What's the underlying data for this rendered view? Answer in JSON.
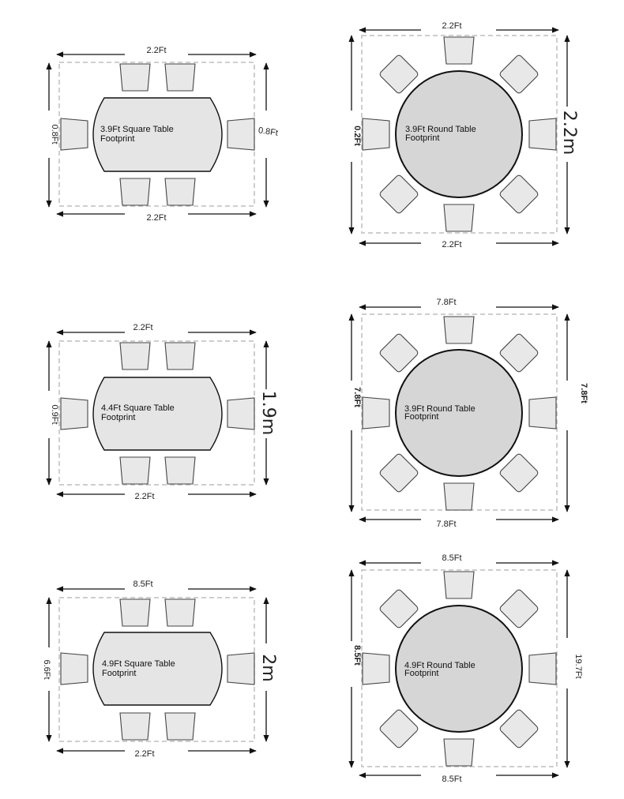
{
  "diagrams": [
    {
      "label_line1": "3.9Ft Square Table",
      "label_line2": "Footprint",
      "top_label": "2.2Ft",
      "bottom_label": "2.2Ft",
      "left_label": "0.8Ft",
      "right_label": "0.8Ft"
    },
    {
      "label_line1": "3.9Ft Round Table",
      "label_line2": "Footprint",
      "top_label": "2.2Ft",
      "bottom_label": "2.2Ft",
      "left_label": "0.2Ft",
      "right_label": "2.2m"
    },
    {
      "label_line1": "4.4Ft Square Table",
      "label_line2": "Footprint",
      "top_label": "2.2Ft",
      "bottom_label": "2.2Ft",
      "left_label": "0.9Ft",
      "right_label": "1.9m"
    },
    {
      "label_line1": "3.9Ft Round Table",
      "label_line2": "Footprint",
      "top_label": "7.8Ft",
      "bottom_label": "7.8Ft",
      "left_label": "7.8Ft",
      "right_label": "7.8Ft"
    },
    {
      "label_line1": "4.9Ft Square Table",
      "label_line2": "Footprint",
      "top_label": "8.5Ft",
      "bottom_label": "2.2Ft",
      "left_label": "6.6Ft",
      "right_label": "2m"
    },
    {
      "label_line1": "4.9Ft Round Table",
      "label_line2": "Footprint",
      "top_label": "8.5Ft",
      "bottom_label": "8.5Ft",
      "left_label": "8.5Ft",
      "right_label": "19.7Ft"
    }
  ]
}
